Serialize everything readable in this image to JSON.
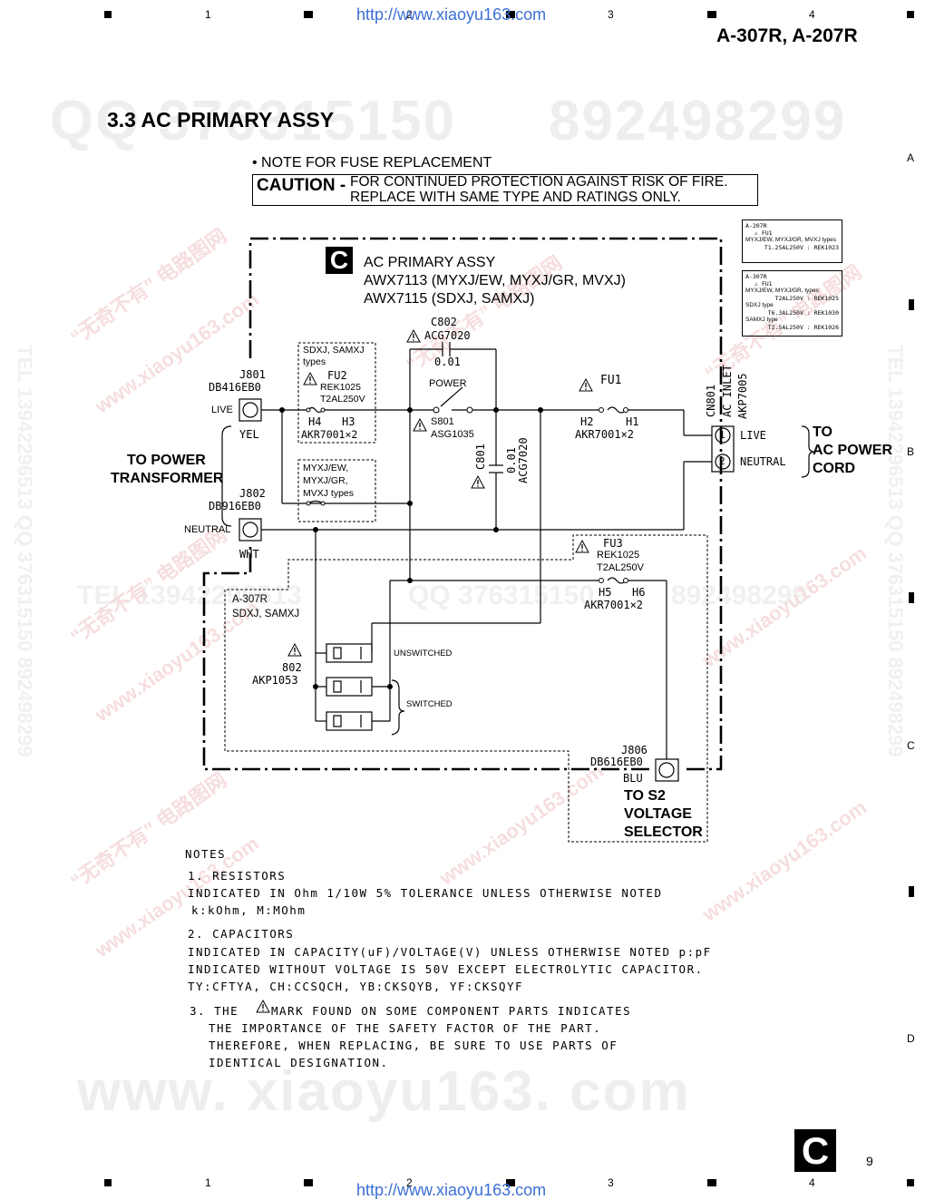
{
  "header": {
    "url": "http://www.xiaoyu163.com",
    "model": "A-307R, A-207R",
    "col_numbers": [
      "1",
      "2",
      "3",
      "4"
    ],
    "row_letters": [
      "A",
      "B",
      "C",
      "D"
    ]
  },
  "watermarks": {
    "qq_left": "QQ 376315150",
    "qq_right": "892498299",
    "bottom": "www. xiaoyu163. com",
    "tel_mid": "TEL 13942296513",
    "qq_mid": "QQ 376315150",
    "num_mid": "892498299",
    "side": "TEL 13942296513  QQ 376315150  892498299",
    "diag_cn": "“无奇不有”  电路图网",
    "diag_url": "www.xiaoyu163.com"
  },
  "section": {
    "title": "3.3 AC PRIMARY ASSY"
  },
  "fuse_note": {
    "heading": "• NOTE FOR FUSE REPLACEMENT",
    "caution_label": "CAUTION -",
    "caution_line1": "FOR CONTINUED PROTECTION AGAINST RISK OF FIRE.",
    "caution_line2": "REPLACE WITH SAME TYPE AND RATINGS ONLY."
  },
  "fuse_labels": [
    {
      "model": "A-207R",
      "fuse": "FU1",
      "rows": [
        "MYXJ/EW, MYXJ/GR, MVXJ types",
        "T1.25AL250V : REK1023"
      ]
    },
    {
      "model": "A-307R",
      "fuse": "FU1",
      "rows": [
        "MYXJ/EW, MYXJ/GR, types",
        "T2AL250V : REK1025",
        "SDXJ type",
        "T6.3AL250V : REK1030",
        "SAMXJ type",
        "T2.5AL250V : REK1026"
      ]
    }
  ],
  "assy": {
    "badge": "C",
    "name": "AC PRIMARY ASSY",
    "part1": "AWX7113 (MYXJ/EW, MYXJ/GR, MVXJ)",
    "part2": "AWX7115 (SDXJ, SAMXJ)"
  },
  "components": {
    "c802_ref": "C802",
    "c802_part": "ACG7020",
    "c802_val": "0.01",
    "power_label": "POWER",
    "s801_ref": "S801",
    "s801_part": "ASG1035",
    "c801_ref": "C801",
    "c801_val": "0.01",
    "c801_part": "ACG7020",
    "fu1_ref": "FU1",
    "fu1_h2": "H2",
    "fu1_h1": "H1",
    "fu1_part": "AKR7001×2",
    "fu2_box_title": "SDXJ, SAMXJ",
    "fu2_box_sub": "types",
    "fu2_ref": "FU2",
    "fu2_part": "REK1025",
    "fu2_rating": "T2AL250V",
    "fu2_h4": "H4",
    "fu2_h3": "H3",
    "fu2_holder": "AKR7001×2",
    "jumper_box_l1": "MYXJ/EW,",
    "jumper_box_l2": "MYXJ/GR,",
    "jumper_box_l3": "MVXJ types",
    "fu3_ref": "FU3",
    "fu3_part": "REK1025",
    "fu3_rating": "T2AL250V",
    "fu3_h5": "H5",
    "fu3_h6": "H6",
    "fu3_holder": "AKR7001×2",
    "cn801_ref": "CN801",
    "cn801_name": "AC INLET",
    "cn801_part": "AKP7005",
    "cn_live": "LIVE",
    "cn_neutral": "NEUTRAL",
    "pin1": "1",
    "pin2": "2",
    "j801_ref": "J801",
    "j801_part": "DB416EB0",
    "j801_pin": "LIVE",
    "j801_color": "YEL",
    "j802_ref": "J802",
    "j802_part": "DB916EB0",
    "j802_pin": "NEUTRAL",
    "j802_color": "WHT",
    "j806_ref": "J806",
    "j806_part": "DB616EB0",
    "j806_color": "BLU",
    "outlet_model": "A-307R",
    "outlet_types": "SDXJ, SAMXJ",
    "outlet_ref": "802",
    "outlet_part": "AKP1053",
    "unswitched": "UNSWITCHED",
    "switched": "SWITCHED"
  },
  "labels": {
    "to_power": "TO POWER",
    "transformer": "TRANSFORMER",
    "to": "TO",
    "ac_power": "AC POWER",
    "cord": "CORD",
    "to_s2": "TO S2",
    "voltage": "VOLTAGE",
    "selector": "SELECTOR"
  },
  "notes": {
    "heading": "NOTES",
    "n1_title": "1. RESISTORS",
    "n1_l1": "INDICATED IN Ohm 1/10W  5% TOLERANCE UNLESS OTHERWISE NOTED",
    "n1_l2": "k:kOhm, M:MOhm",
    "n2_title": "2. CAPACITORS",
    "n2_l1": "INDICATED IN CAPACITY(uF)/VOLTAGE(V) UNLESS OTHERWISE NOTED p:pF",
    "n2_l2": "INDICATED WITHOUT VOLTAGE IS 50V EXCEPT ELECTROLYTIC CAPACITOR.",
    "n2_l3": "TY:CFTYA, CH:CCSQCH, YB:CKSQYB, YF:CKSQYF",
    "n3_pre": "3. THE",
    "n3_post": "MARK FOUND ON SOME COMPONENT PARTS INDICATES",
    "n3_l2": "THE IMPORTANCE OF THE SAFETY FACTOR OF THE PART.",
    "n3_l3": "THEREFORE, WHEN REPLACING, BE SURE TO USE PARTS OF",
    "n3_l4": "IDENTICAL DESIGNATION."
  },
  "footer": {
    "badge": "C",
    "page": "9",
    "url": "http://www.xiaoyu163.com"
  }
}
